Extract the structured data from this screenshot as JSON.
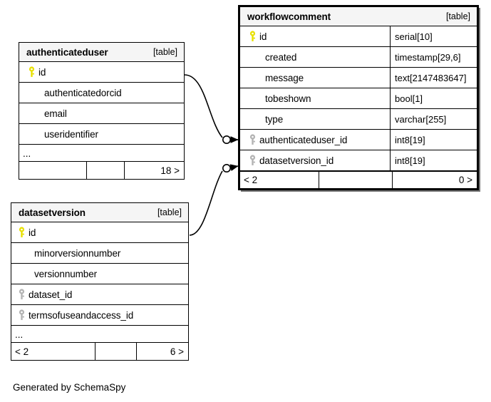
{
  "diagram": {
    "caption": "Generated by SchemaSpy",
    "table_tag": "[table]",
    "ellipsis": "...",
    "colors": {
      "primary_key": "#e8e000",
      "foreign_key": "#b3b3b3",
      "header_bg": "#f5f5f5",
      "border": "#000000",
      "background": "#ffffff"
    }
  },
  "tables": {
    "authenticateduser": {
      "name": "authenticateduser",
      "tag": "[table]",
      "columns": [
        {
          "name": "id",
          "key": "primary",
          "type": ""
        },
        {
          "name": "authenticatedorcid",
          "key": "none",
          "type": ""
        },
        {
          "name": "email",
          "key": "none",
          "type": ""
        },
        {
          "name": "useridentifier",
          "key": "none",
          "type": ""
        }
      ],
      "ellipsis": "...",
      "footer": {
        "left": "",
        "middle": "",
        "right": "18 >"
      }
    },
    "workflowcomment": {
      "name": "workflowcomment",
      "tag": "[table]",
      "columns": [
        {
          "name": "id",
          "key": "primary",
          "type": "serial[10]"
        },
        {
          "name": "created",
          "key": "none",
          "type": "timestamp[29,6]"
        },
        {
          "name": "message",
          "key": "none",
          "type": "text[2147483647]"
        },
        {
          "name": "tobeshown",
          "key": "none",
          "type": "bool[1]"
        },
        {
          "name": "type",
          "key": "none",
          "type": "varchar[255]"
        },
        {
          "name": "authenticateduser_id",
          "key": "foreign",
          "type": "int8[19]"
        },
        {
          "name": "datasetversion_id",
          "key": "foreign",
          "type": "int8[19]"
        }
      ],
      "footer": {
        "left": "< 2",
        "middle": "",
        "right": "0 >"
      }
    },
    "datasetversion": {
      "name": "datasetversion",
      "tag": "[table]",
      "columns": [
        {
          "name": "id",
          "key": "primary",
          "type": ""
        },
        {
          "name": "minorversionnumber",
          "key": "none",
          "type": ""
        },
        {
          "name": "versionnumber",
          "key": "none",
          "type": ""
        },
        {
          "name": "dataset_id",
          "key": "foreign",
          "type": ""
        },
        {
          "name": "termsofuseandaccess_id",
          "key": "foreign",
          "type": ""
        }
      ],
      "ellipsis": "...",
      "footer": {
        "left": "< 2",
        "middle": "",
        "right": "6 >"
      }
    }
  },
  "relationships": [
    {
      "from": "authenticateduser.id",
      "to": "workflowcomment.authenticateduser_id"
    },
    {
      "from": "datasetversion.id",
      "to": "workflowcomment.datasetversion_id"
    }
  ]
}
